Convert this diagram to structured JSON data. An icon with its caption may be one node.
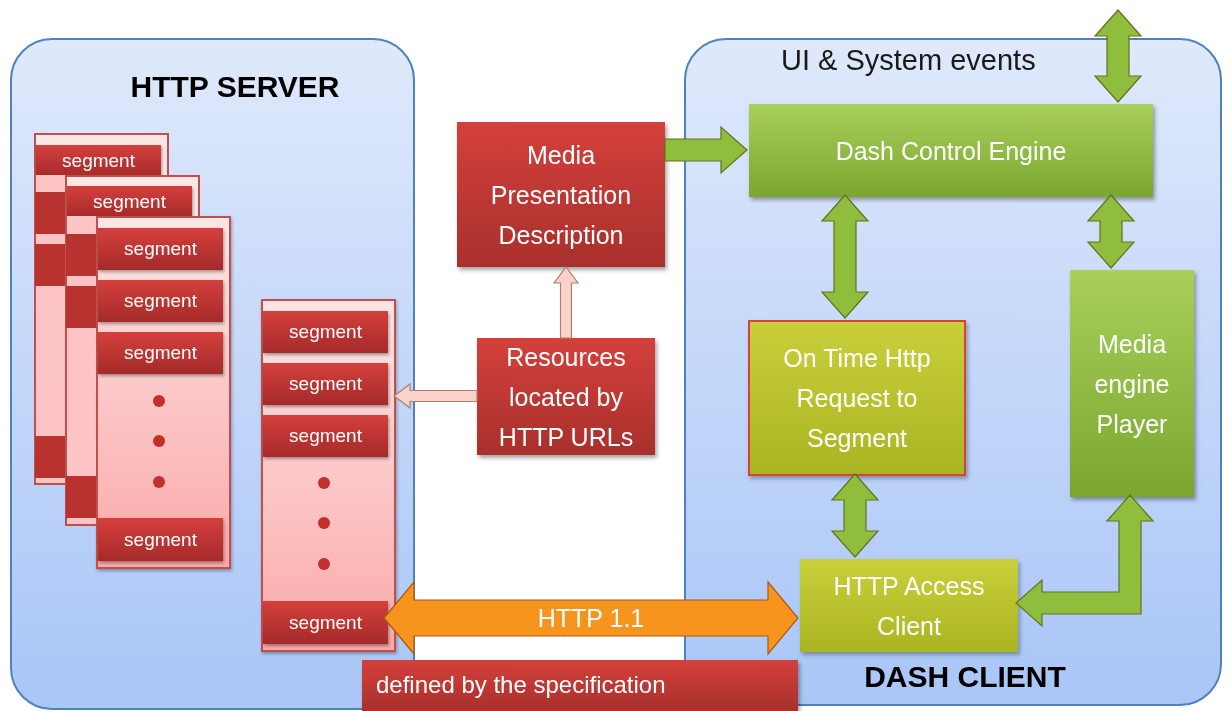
{
  "diagram": {
    "nodes": [
      {
        "text": [
          "HTTP SERVER"
        ]
      },
      {
        "text": [],
        "shape": "box",
        "in": 0
      },
      {
        "text": [
          "segment"
        ],
        "in": 1
      },
      {
        "text": [],
        "shape": "box",
        "in": 0
      },
      {
        "text": [
          "segment"
        ],
        "in": 3
      },
      {
        "text": [],
        "shape": "box",
        "in": 0
      },
      {
        "text": [
          "segment"
        ],
        "in": 5
      },
      {
        "text": [
          "segment"
        ],
        "in": 5
      },
      {
        "text": [
          "segment"
        ],
        "in": 5
      },
      {
        "text": [
          "segment"
        ],
        "in": 5
      },
      {
        "text": [],
        "shape": "box",
        "in": 0
      },
      {
        "text": [
          "segment"
        ],
        "in": 10
      },
      {
        "text": [
          "segment"
        ],
        "in": 10
      },
      {
        "text": [
          "segment"
        ],
        "in": 10
      },
      {
        "text": [
          "segment"
        ],
        "in": 10
      },
      {
        "text": [
          "DASH CLIENT"
        ]
      },
      {
        "text": [
          "Media Presentation Description"
        ]
      },
      {
        "text": [
          "Resources located by HTTP URLs"
        ]
      },
      {
        "text": [
          "Dash Control Engine"
        ],
        "in": 15
      },
      {
        "text": [
          "On Time Http Request to Segment"
        ],
        "in": 15
      },
      {
        "text": [
          "Media engine Player"
        ],
        "in": 15
      },
      {
        "text": [
          "HTTP Access Client"
        ],
        "in": 15
      },
      {
        "text": [
          "defined by the specification"
        ]
      }
    ],
    "edges": [
      {
        "from": 16,
        "to": 18,
        "arrow": "to"
      },
      {
        "from": 17,
        "to": 16,
        "arrow": "to",
        "color": "#f9d3c9"
      },
      {
        "from": 17,
        "to": 10,
        "arrow": "to",
        "color": "#f9d3c9"
      },
      {
        "from": null,
        "to": 18,
        "arrow": "both"
      },
      {
        "from": 18,
        "to": 19,
        "arrow": "both"
      },
      {
        "from": 18,
        "to": 20,
        "arrow": "both"
      },
      {
        "from": 19,
        "to": 21,
        "arrow": "both"
      },
      {
        "from": 20,
        "to": 21,
        "arrow": "both"
      },
      {
        "from": 14,
        "to": 21,
        "arrow": "both",
        "label": "HTTP 1.1",
        "color": "#f7941d"
      }
    ],
    "labels": [
      "UI & System events"
    ]
  }
}
